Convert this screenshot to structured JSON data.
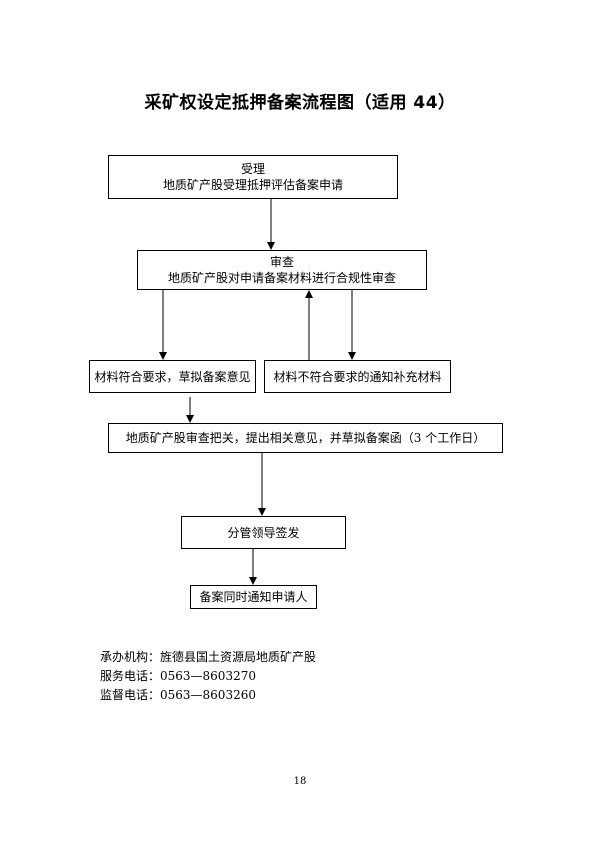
{
  "title": "采矿权设定抵押备案流程图（适用 44）",
  "boxes": {
    "accept": {
      "line1": "受理",
      "line2": "地质矿产股受理抵押评估备案申请"
    },
    "review": {
      "line1": "审查",
      "line2": "地质矿产股对申请备案材料进行合规性审查"
    },
    "meet": "材料符合要求，草拟备案意见",
    "not_meet": "材料不符合要求的通知补充材料",
    "check": "地质矿产股审查把关，提出相关意见，并草拟备案函（3 个工作日）",
    "lead": "分管领导签发",
    "notify": "备案同时通知申请人"
  },
  "footer": {
    "agency": "承办机构：旌德县国土资源局地质矿产股",
    "service_phone": "服务电话：0563—8603270",
    "supervise_phone": "监督电话：0563—8603260"
  },
  "page_number": "18"
}
